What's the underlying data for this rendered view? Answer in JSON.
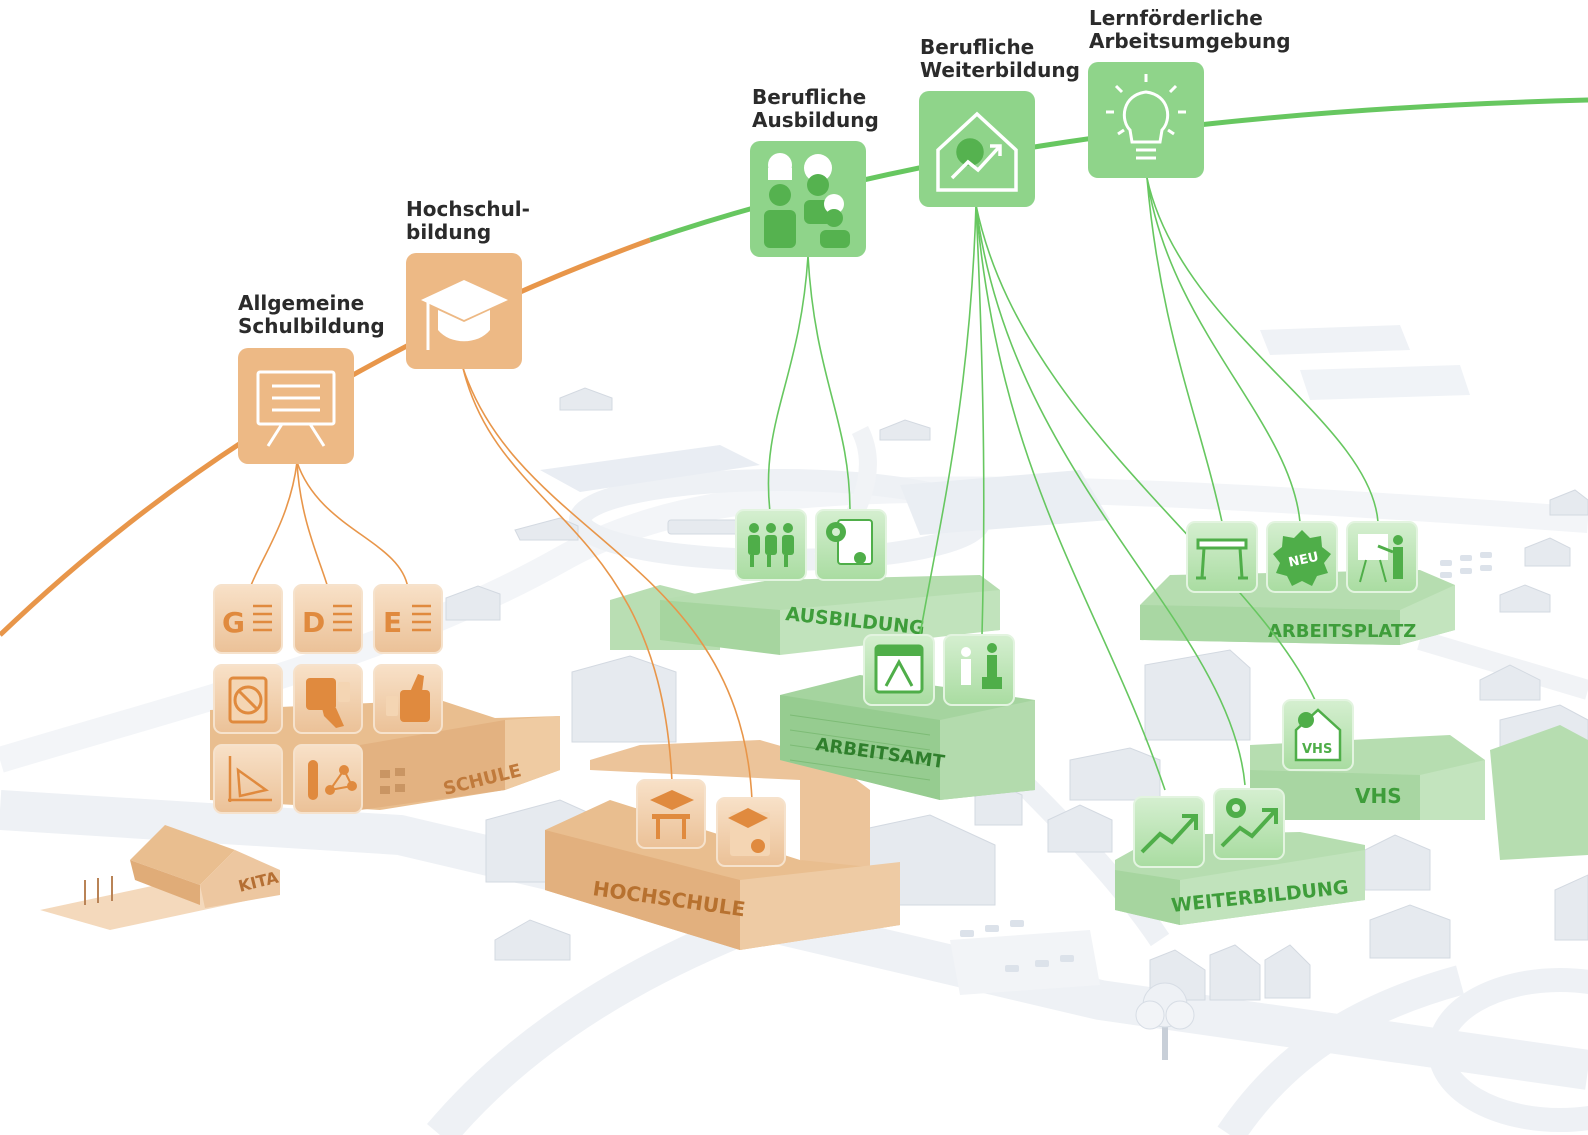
{
  "categories": {
    "allgemeine_schulbildung": {
      "line1": "Allgemeine",
      "line2": "Schulbildung"
    },
    "hochschulbildung": {
      "line1": "Hochschul-",
      "line2": "bildung"
    },
    "berufliche_ausbildung": {
      "line1": "Berufliche",
      "line2": "Ausbildung"
    },
    "berufliche_weiterbildung": {
      "line1": "Berufliche",
      "line2": "Weiterbildung"
    },
    "lernfoerderliche_arbeitsumgebung": {
      "line1": "Lernförderliche",
      "line2": "Arbeitsumgebung"
    }
  },
  "buildings": {
    "kita": "KITA",
    "schule": "SCHULE",
    "hochschule": "HOCHSCHULE",
    "ausbildung": "AUSBILDUNG",
    "arbeitsamt": "ARBEITSAMT",
    "arbeitsplatz": "ARBEITSPLATZ",
    "vhs": "VHS",
    "weiterbildung": "WEITERBILDUNG"
  },
  "tiles": {
    "subject_g": "G",
    "subject_d": "D",
    "subject_e": "E",
    "neu_badge": "NEU",
    "vhs_house": "VHS"
  },
  "colors": {
    "orange": "#EDB985",
    "orange_line": "#E8964A",
    "green": "#8FD48A",
    "green_line": "#67C760",
    "building_green": "#B6DDB0",
    "building_orange": "#E9BE8F",
    "building_grey": "#E6EAEF",
    "street": "#EEF1F5"
  },
  "icons": [
    "whiteboard-icon",
    "graduation-cap-icon",
    "chef-mechanic-people-icon",
    "house-gear-growth-icon",
    "lightbulb-icon",
    "people-group-icon",
    "gear-certificate-icon",
    "hurdle-icon",
    "neu-badge-icon",
    "presenter-icon",
    "calendar-a-icon",
    "person-trophy-icon",
    "house-gear-vhs-icon",
    "growth-chart-icon",
    "award-growth-icon",
    "subject-g-icon",
    "subject-d-icon",
    "subject-e-icon",
    "prohibited-document-icon",
    "thumbs-down-icon",
    "thumbs-up-icon",
    "geometry-triangle-icon",
    "chemistry-molecule-icon",
    "lecture-desk-icon",
    "diploma-cap-icon",
    "tree-icon"
  ]
}
